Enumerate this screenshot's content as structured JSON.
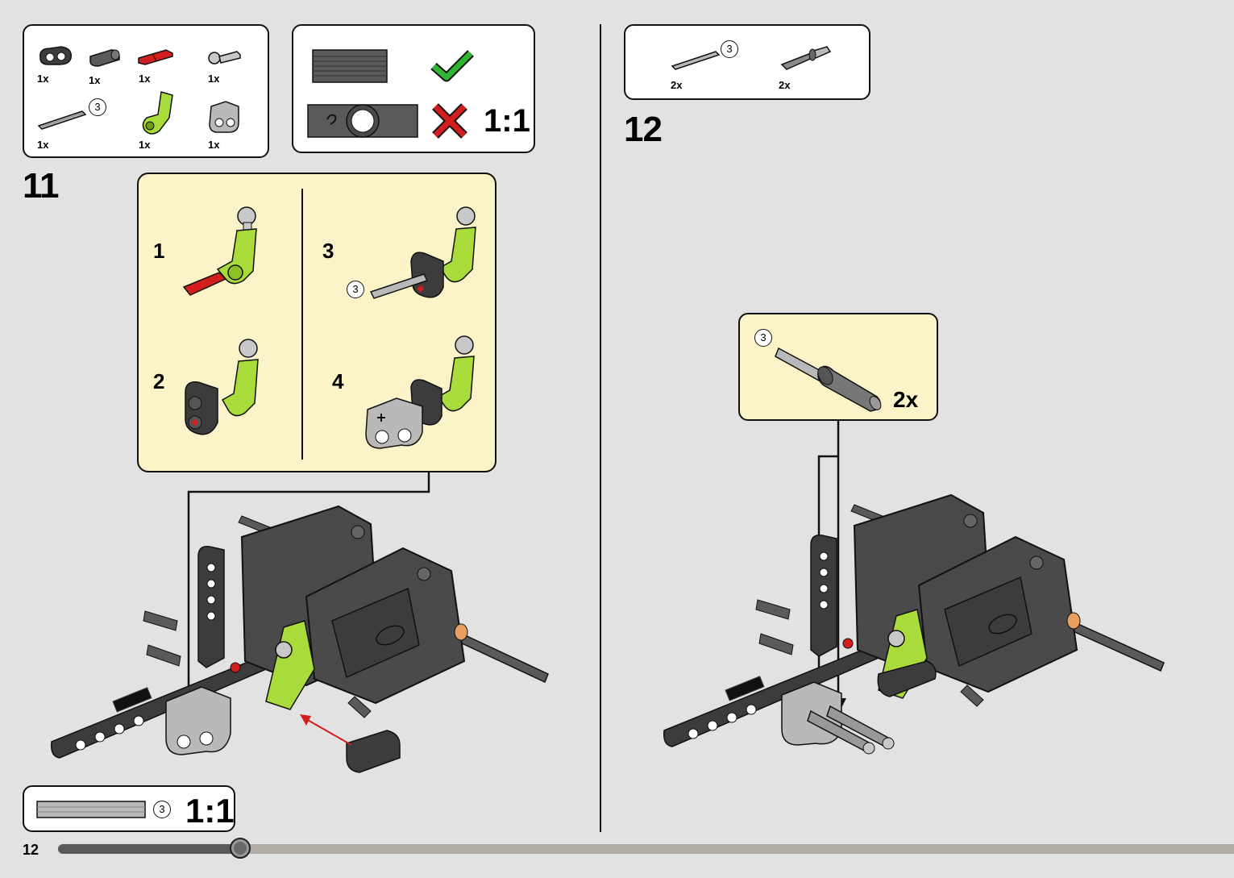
{
  "page_number": "12",
  "progress_fraction": 0.155,
  "colors": {
    "lime": "#a9dc3a",
    "dark": "#4a4a4a",
    "light_gray": "#b9b9b9",
    "red": "#d21e1e",
    "green_check": "#2fb52f",
    "sub_bg": "#fdf3c8",
    "page_bg": "#e2e2e2"
  },
  "step11": {
    "number": "11",
    "parts": [
      {
        "qty": "1x",
        "icon": "dark-connector-icon"
      },
      {
        "qty": "1x",
        "icon": "dark-axle-connector-icon"
      },
      {
        "qty": "1x",
        "icon": "red-axle-pin-icon"
      },
      {
        "qty": "1x",
        "icon": "ball-joint-pin-icon"
      },
      {
        "qty": "1x",
        "icon": "axle-icon",
        "length": "3"
      },
      {
        "qty": "1x",
        "icon": "lime-angle-connector-icon"
      },
      {
        "qty": "1x",
        "icon": "gray-cross-block-icon"
      }
    ],
    "orientation_scale": "1:1",
    "substeps": [
      "1",
      "2",
      "3",
      "4"
    ],
    "substep_axle_length": "3",
    "scale_ruler": {
      "length": "3",
      "scale": "1:1"
    }
  },
  "step12": {
    "number": "12",
    "parts": [
      {
        "qty": "2x",
        "icon": "axle-icon",
        "length": "3"
      },
      {
        "qty": "2x",
        "icon": "pin-with-axle-icon"
      }
    ],
    "subassembly": {
      "length": "3",
      "qty": "2x"
    }
  }
}
